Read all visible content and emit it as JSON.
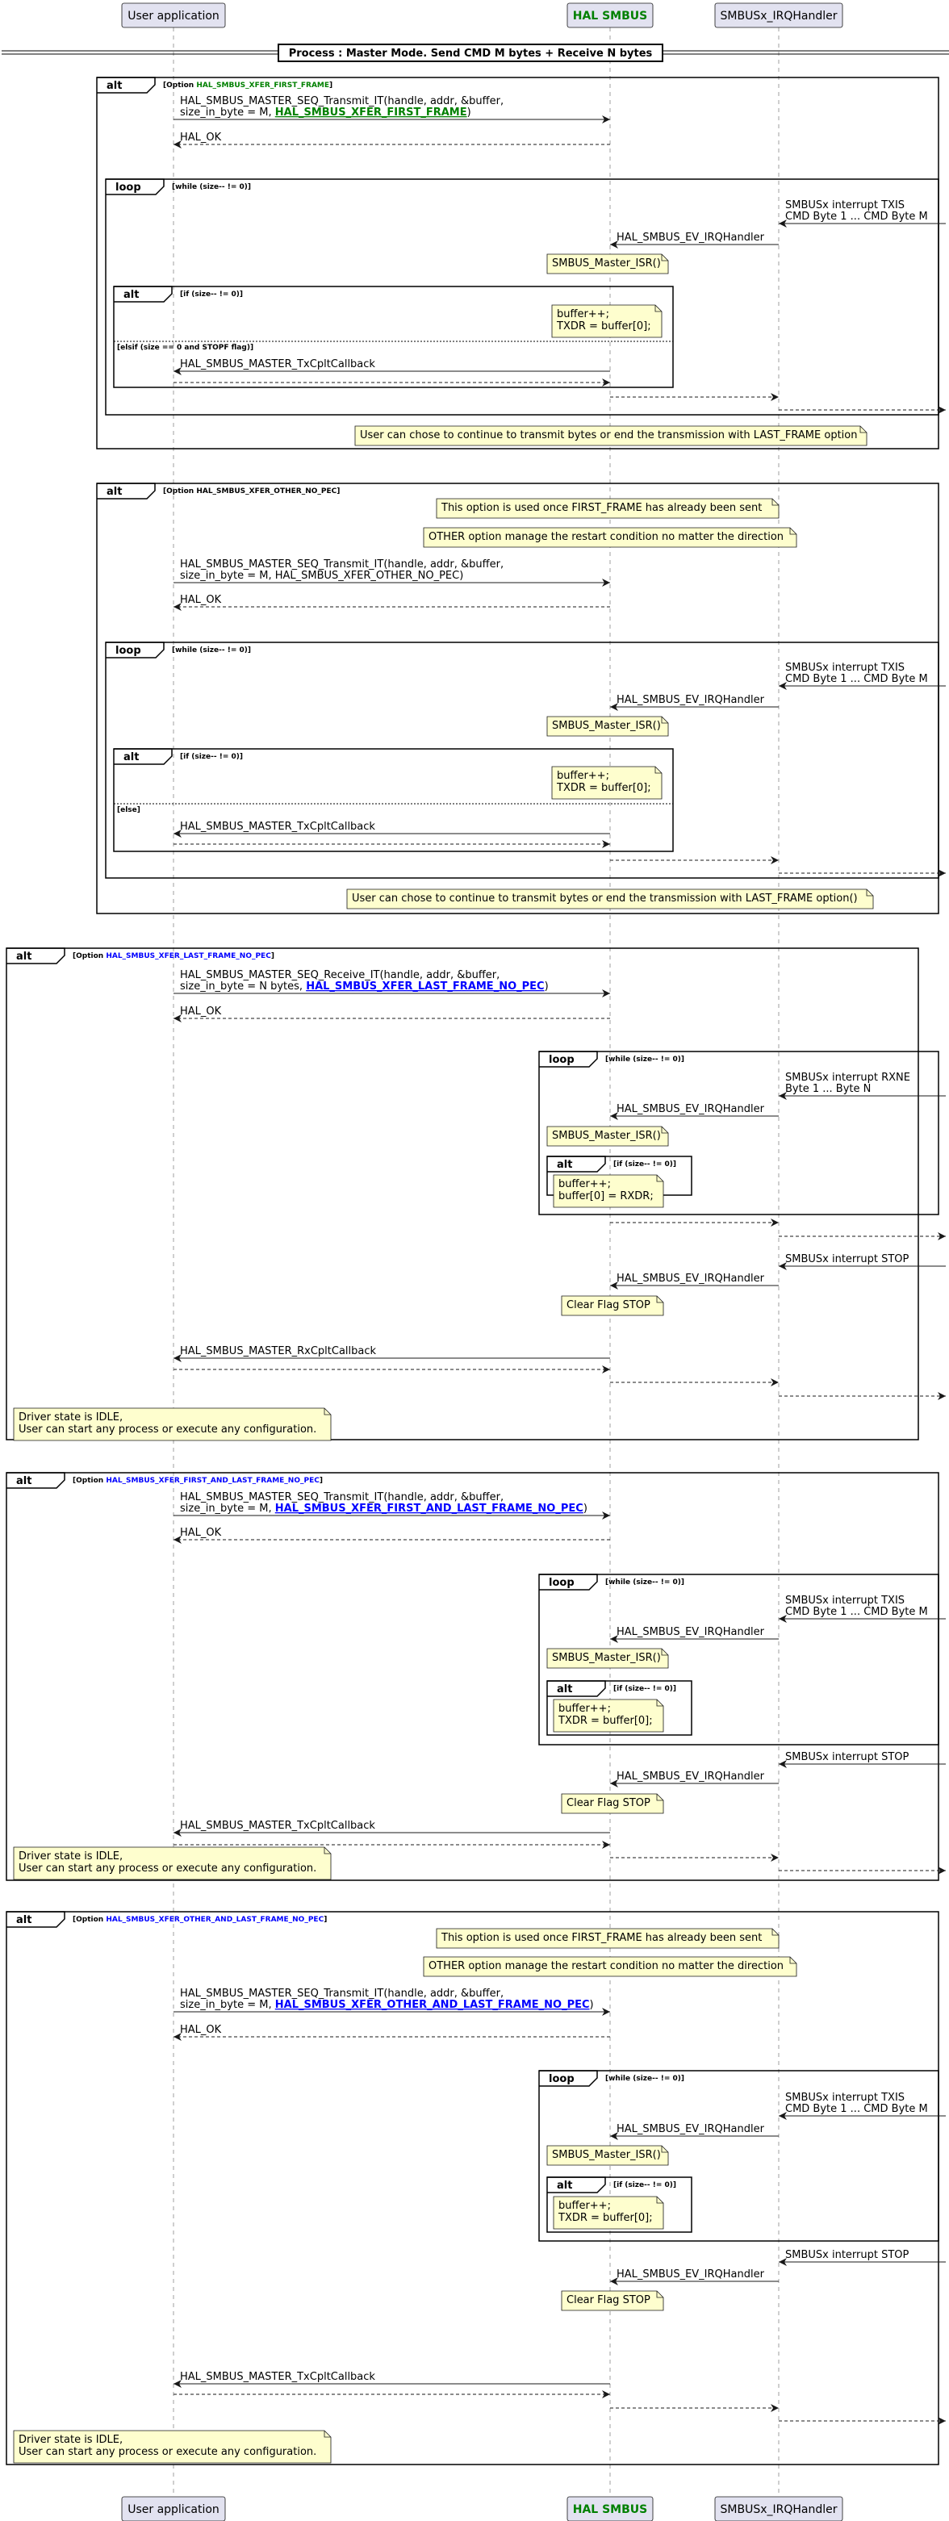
{
  "participants": [
    {
      "name": "User application",
      "bold": false,
      "color": "#000000"
    },
    {
      "name": "HAL SMBUS",
      "bold": true,
      "color": "#008000"
    },
    {
      "name": "SMBUSx_IRQHandler",
      "bold": false,
      "color": "#000000"
    }
  ],
  "colors": {
    "participant_fill": "#e2e2f0",
    "participant_stroke": "#181818",
    "note_fill": "#fefece",
    "lifeline": "#888888",
    "green": "#008000",
    "blue": "#0000ff"
  },
  "header": {
    "title": "Process :  Master Mode. Send CMD M bytes + Receive N bytes"
  },
  "frames": [
    {
      "keyword": "alt",
      "label_prefix": "Option ",
      "label_hl": "HAL_SMBUS_XFER_FIRST_FRAME",
      "label_color": "green"
    },
    {
      "keyword": "loop",
      "label": "while (size-- != 0)"
    },
    {
      "keyword": "alt",
      "label": "if (size-- != 0)",
      "else_label": "elsif (size == 0 and STOPF flag)"
    },
    {
      "keyword": "alt",
      "label_prefix": "Option HAL_SMBUS_XFER_OTHER_NO_PEC",
      "label_hl": ""
    },
    {
      "keyword": "loop",
      "label": "while (size-- != 0)"
    },
    {
      "keyword": "alt",
      "label": "if (size-- != 0)",
      "else_label": "else"
    },
    {
      "keyword": "alt",
      "label_prefix": "Option ",
      "label_hl": "HAL_SMBUS_XFER_LAST_FRAME_NO_PEC",
      "label_color": "blue"
    },
    {
      "keyword": "loop",
      "label": "while (size-- != 0)"
    },
    {
      "keyword": "alt",
      "label": "if (size-- != 0)"
    },
    {
      "keyword": "alt",
      "label_prefix": "Option ",
      "label_hl": "HAL_SMBUS_XFER_FIRST_AND_LAST_FRAME_NO_PEC",
      "label_color": "blue"
    },
    {
      "keyword": "loop",
      "label": "while (size-- != 0)"
    },
    {
      "keyword": "alt",
      "label": "if (size-- != 0)"
    },
    {
      "keyword": "alt",
      "label_prefix": "Option ",
      "label_hl": "HAL_SMBUS_XFER_OTHER_AND_LAST_FRAME_NO_PEC",
      "label_color": "blue"
    },
    {
      "keyword": "loop",
      "label": "while (size-- != 0)"
    },
    {
      "keyword": "alt",
      "label": "if (size-- != 0)"
    }
  ],
  "messages": {
    "seq_tx_first": [
      "HAL_SMBUS_MASTER_SEQ_Transmit_IT(handle, addr, &buffer,",
      " size_in_byte = M, ",
      "HAL_SMBUS_XFER_FIRST_FRAME",
      ")"
    ],
    "seq_tx_other": [
      "HAL_SMBUS_MASTER_SEQ_Transmit_IT(handle, addr, &buffer,",
      " size_in_byte = M, HAL_SMBUS_XFER_OTHER_NO_PEC)"
    ],
    "seq_rx_last": [
      "HAL_SMBUS_MASTER_SEQ_Receive_IT(handle, addr, &buffer,",
      " size_in_byte = N bytes, ",
      "HAL_SMBUS_XFER_LAST_FRAME_NO_PEC",
      ")"
    ],
    "seq_tx_first_last": [
      "HAL_SMBUS_MASTER_SEQ_Transmit_IT(handle, addr, &buffer,",
      " size_in_byte = M, ",
      "HAL_SMBUS_XFER_FIRST_AND_LAST_FRAME_NO_PEC",
      ")"
    ],
    "seq_tx_other_last": [
      "HAL_SMBUS_MASTER_SEQ_Transmit_IT(handle, addr, &buffer,",
      " size_in_byte = M, ",
      "HAL_SMBUS_XFER_OTHER_AND_LAST_FRAME_NO_PEC",
      ")"
    ],
    "hal_ok": "HAL_OK",
    "txis": [
      "SMBUSx interrupt TXIS",
      "CMD Byte 1 ... CMD Byte M"
    ],
    "rxne": [
      "SMBUSx interrupt RXNE",
      "Byte 1 ...  Byte N"
    ],
    "stop": "SMBUSx interrupt STOP",
    "ev_irq": "HAL_SMBUS_EV_IRQHandler",
    "tx_cplt": "HAL_SMBUS_MASTER_TxCpltCallback",
    "rx_cplt": "HAL_SMBUS_MASTER_RxCpltCallback"
  },
  "notes": {
    "master_isr": "SMBUS_Master_ISR()",
    "buffer_tx": [
      "buffer++;",
      "TXDR = buffer[0];"
    ],
    "buffer_rx": [
      "buffer++;",
      "buffer[0] = RXDR;"
    ],
    "continue_first": "User can chose to continue to transmit bytes or end the transmission with LAST_FRAME option",
    "continue_other": "User can chose to continue to transmit bytes or end the transmission with LAST_FRAME option()",
    "first_sent": "This option is used once FIRST_FRAME has already been sent",
    "restart": "OTHER option manage the restart condition no matter the direction",
    "clear_stop": "Clear Flag STOP",
    "idle": [
      "Driver state is IDLE,",
      "User can start any process or execute any configuration."
    ]
  }
}
